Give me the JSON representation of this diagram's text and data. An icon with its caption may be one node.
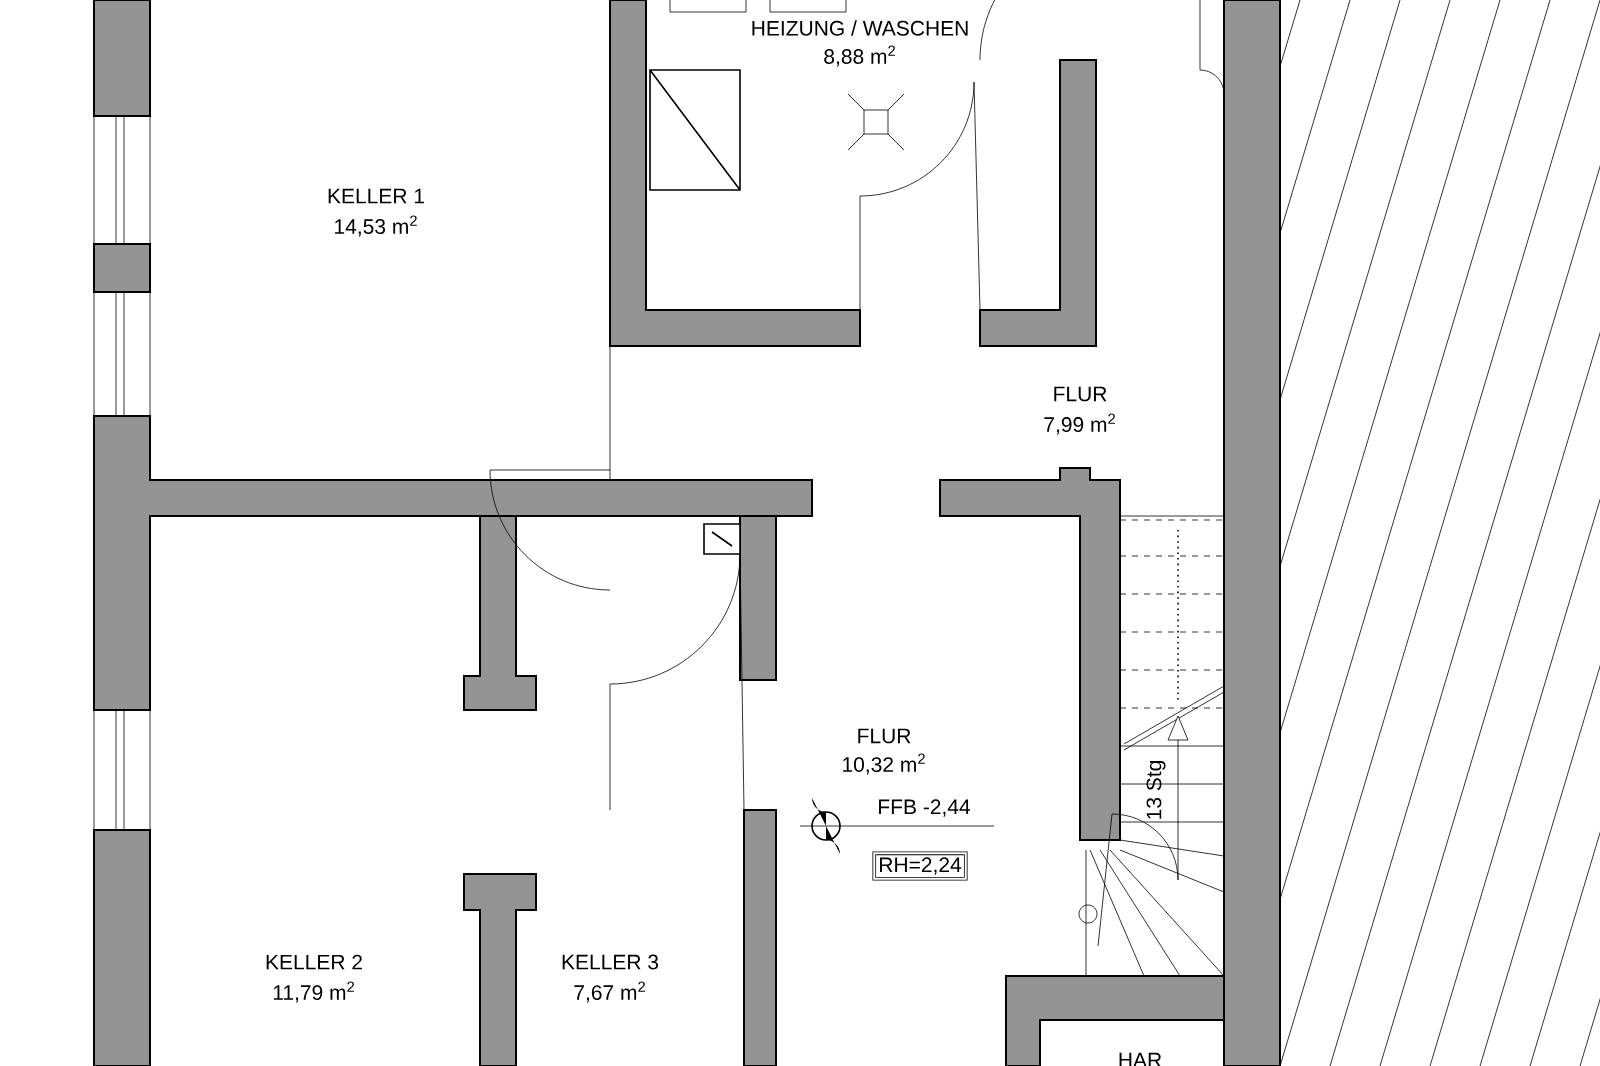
{
  "diagram": {
    "nodes": [
      {
        "text": [
          "RH=2,24"
        ]
      }
    ],
    "labels": [
      "HEIZUNG / WASCHEN",
      "8,88 m$^{2}$",
      "KELLER 1",
      "14,53 m$^{2}$",
      "FLUR",
      "7,99 m$^{2}$",
      "FLUR",
      "10,32 m$^{2}$",
      "FFB -2,44",
      "13 Stg",
      "KELLER 2",
      "11,79 m$^{2}$",
      "KELLER 3",
      "7,67 m$^{2}$",
      "HAR"
    ]
  }
}
